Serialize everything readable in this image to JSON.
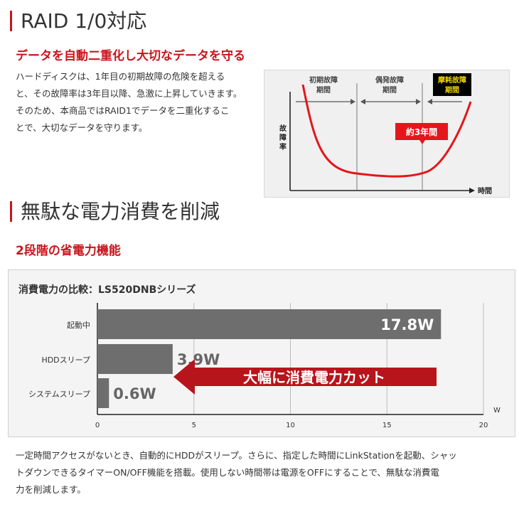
{
  "section1": {
    "title": "RAID 1/0対応",
    "subtitle": "データを自動二重化し大切なデータを守る",
    "paragraph": [
      "ハードディスクは、1年目の初期故障の危険を超える",
      "と、その故障率は3年目以降、急激に上昇していきます。",
      "そのため、本商品ではRAID1でデータを二重化するこ",
      "とで、大切なデータを守ります。"
    ],
    "curve": {
      "periods": [
        {
          "line1": "初期故障",
          "line2": "期間"
        },
        {
          "line1": "偶発故障",
          "line2": "期間"
        },
        {
          "line1": "摩耗故障",
          "line2": "期間"
        }
      ],
      "ylabel": [
        "故",
        "障",
        "率"
      ],
      "xlabel": "時間",
      "badge": "約3年間"
    }
  },
  "section2": {
    "title": "無駄な電力消費を削減",
    "subtitle": "2段階の省電力機能",
    "paragraph": [
      "一定時間アクセスがないとき、自動的にHDDがスリープ。さらに、指定した時間にLinkStationを起動、シャッ",
      "トダウンできるタイマーON/OFF機能を搭載。使用しない時間帯は電源をOFFにすることで、無駄な消費電",
      "力を削減します。"
    ]
  },
  "chart_data": {
    "type": "bar",
    "title": "消費電力の比較：LS520DNBシリーズ",
    "categories": [
      "起動中",
      "HDDスリープ",
      "システムスリープ"
    ],
    "values": [
      17.8,
      3.9,
      0.6
    ],
    "labels": [
      "17.8W",
      "3.9W",
      "0.6W"
    ],
    "xlim": [
      0,
      20
    ],
    "xticks": [
      0,
      5,
      10,
      15,
      20
    ],
    "unit": "W",
    "bar_color": "#6e6e6e",
    "annotation": "大幅に消費電力カット",
    "annotation_color": "#b8141b",
    "grid": true
  }
}
